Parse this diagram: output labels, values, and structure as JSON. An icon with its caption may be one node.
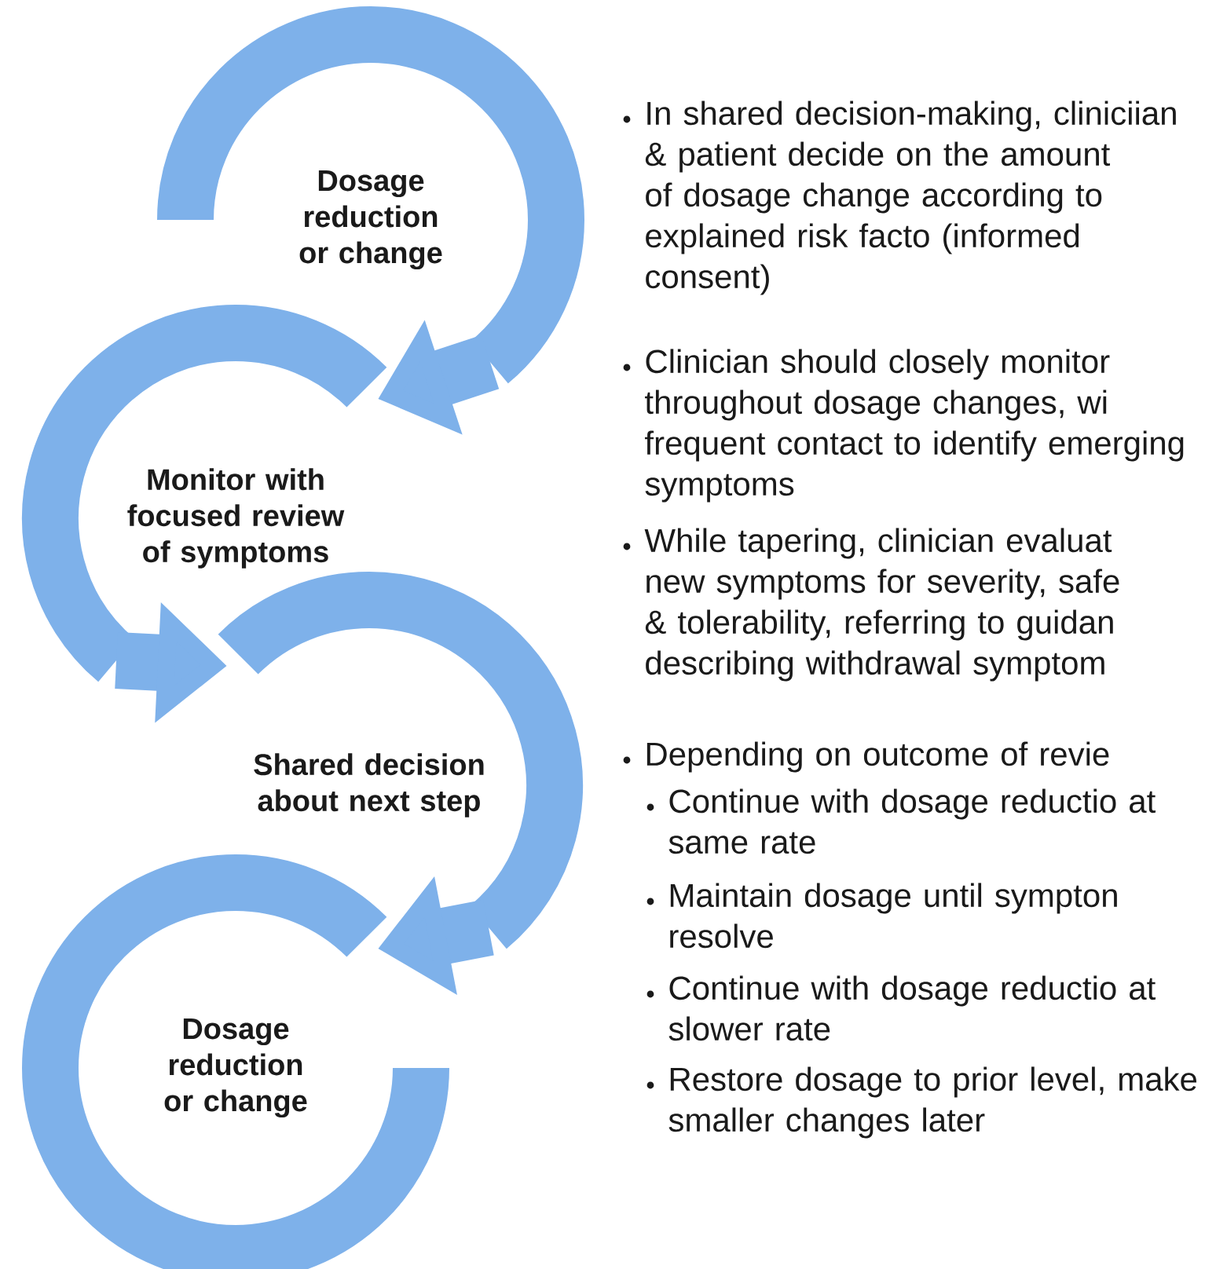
{
  "diagram": {
    "nodes": [
      {
        "text": [
          "Dosage reduction or change"
        ]
      },
      {
        "text": [
          "Monitor with focused review of symptoms"
        ]
      },
      {
        "text": [
          "Shared decision about next step"
        ]
      },
      {
        "text": [
          "Dosage reduction or change"
        ]
      }
    ],
    "edges": [
      {
        "from": 0,
        "to": 1,
        "arrow": "to"
      },
      {
        "from": 1,
        "to": 2,
        "arrow": "to"
      },
      {
        "from": 2,
        "to": 3,
        "arrow": "to"
      }
    ],
    "labels": [
      "In shared decision-making, cliniciian & patient decide on the amount of dosage change according to explained risk facto (informed consent)",
      "Clinician should closely monitor throughout dosage changes, wi frequent contact to identify emerging symptoms",
      "While tapering, clinician evaluat new symptoms for severity, safe & tolerability, referring to guidan describing withdrawal symptom",
      "Depending on outcome of revie",
      "Continue with dosage reductio at same rate",
      "Maintain dosage until sympton resolve",
      "Continue with dosage reductio at slower rate",
      "Restore dosage to prior level, make smaller changes later"
    ]
  }
}
